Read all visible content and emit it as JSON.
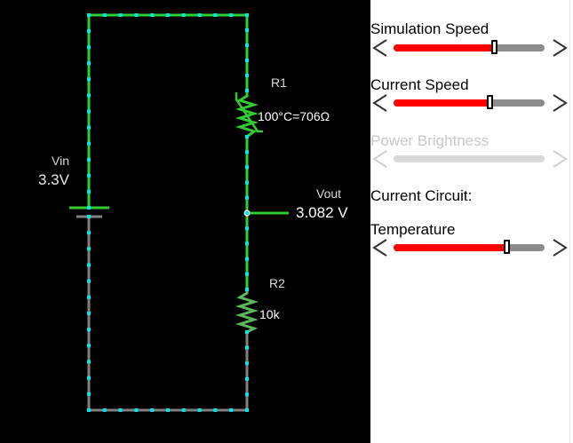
{
  "circuit": {
    "vin_label": "Vin",
    "vin_value": "3.3V",
    "r1_label": "R1",
    "r1_value": "100°C=706Ω",
    "r2_label": "R2",
    "r2_value": "10k",
    "vout_label": "Vout",
    "vout_value": "3.082 V",
    "colors": {
      "background": "#000000",
      "wire_active": "#33cc33",
      "wire_inactive": "#808080",
      "current_dot": "#00e5e5",
      "text": "#ffffff"
    }
  },
  "controls": {
    "simulation_speed": {
      "label": "Simulation Speed",
      "value": 0.67,
      "enabled": true
    },
    "current_speed": {
      "label": "Current Speed",
      "value": 0.64,
      "enabled": true
    },
    "power_brightness": {
      "label": "Power Brightness",
      "enabled": false
    },
    "current_circuit": {
      "label": "Current Circuit:"
    },
    "temperature": {
      "label": "Temperature",
      "value": 0.75,
      "enabled": true
    },
    "arrow_left": "left-arrow-icon",
    "arrow_right": "right-arrow-icon",
    "fill_color": "#ff0000",
    "track_color": "#8c8c8c"
  }
}
